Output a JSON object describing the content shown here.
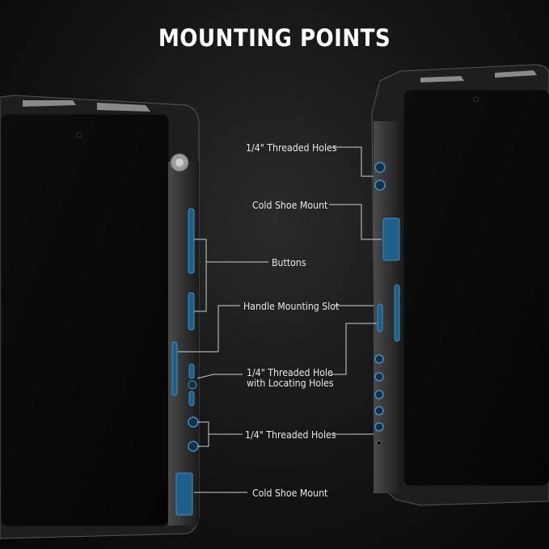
{
  "title": "MOUNTING POINTS",
  "labels": {
    "threaded_holes_top": "1/4\" Threaded Holes",
    "cold_shoe_top": "Cold Shoe Mount",
    "buttons": "Buttons",
    "handle_slot": "Handle Mounting Slot",
    "threaded_hole_locating_line1": "1/4\" Threaded Hole",
    "threaded_hole_locating_line2": "with Locating Holes",
    "threaded_holes_bottom": "1/4\" Threaded Holes",
    "cold_shoe_bottom": "Cold Shoe Mount"
  },
  "colors": {
    "accent": "#2f7fb5",
    "line": "#cfcfcf",
    "text": "#ffffff"
  }
}
